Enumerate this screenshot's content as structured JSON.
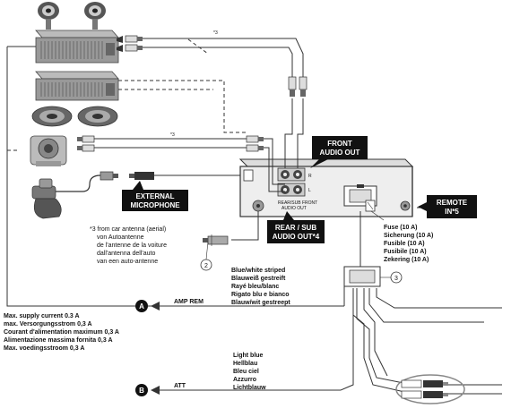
{
  "callouts": {
    "front_audio_out": [
      "FRONT",
      "AUDIO OUT"
    ],
    "external_microphone": [
      "EXTERNAL",
      "MICROPHONE"
    ],
    "rear_sub_audio_out": [
      "REAR / SUB",
      "AUDIO OUT*4"
    ],
    "remote_in": [
      "REMOTE",
      "IN*5"
    ]
  },
  "notes": {
    "note3_a": "*3",
    "note3_b": "*3",
    "antenna_note": [
      "*3 from car antenna (aerial)",
      "von Autoantenne",
      "de l'antenne de la voiture",
      "dall'antenna dell'auto",
      "van een auto-antenne"
    ]
  },
  "unit_labels": {
    "panel_label_1": "REAR/SUB  FRONT",
    "panel_label_2": "AUDIO OUT",
    "jack_r": "R",
    "jack_l": "L"
  },
  "fuse_list": [
    "Fuse (10 A)",
    "Sicherung (10 A)",
    "Fusible (10 A)",
    "Fusibile (10 A)",
    "Zekering (10 A)"
  ],
  "wire_blue_white": [
    "Blue/white striped",
    "Blauweiß gestreift",
    "Rayé bleu/blanc",
    "Rigato blu e bianco",
    "Blauw/wit gestreept"
  ],
  "wire_light_blue": [
    "Light blue",
    "Hellblau",
    "Bleu ciel",
    "Azzurro",
    "Lichtblauw"
  ],
  "connections": {
    "a_marker": "A",
    "a_label": "AMP REM",
    "b_marker": "B",
    "b_label": "ATT",
    "circle_2": "2",
    "circle_3": "3"
  },
  "supply_current": [
    "Max. supply current 0.3 A",
    "max. Versorgungsstrom 0,3 A",
    "Courant d'alimentation maximum 0,3 A",
    "Alimentazione massima fornita 0,3 A",
    "Max. voedingsstroom 0,3 A"
  ]
}
